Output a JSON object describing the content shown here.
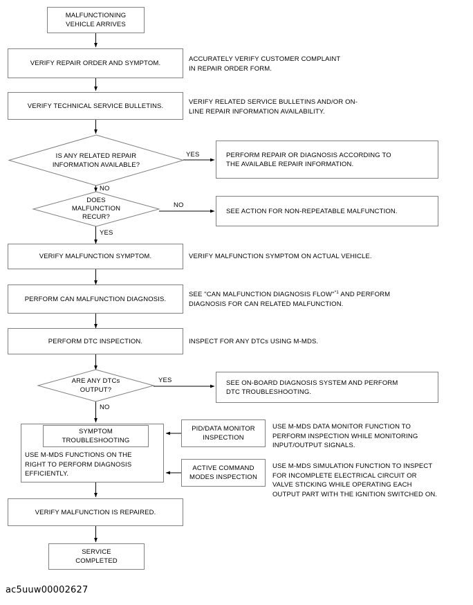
{
  "caption": "ac5uuw00002627",
  "colors": {
    "stroke": "#808080",
    "line": "#000000",
    "text": "#000000",
    "background": "#ffffff"
  },
  "nodes": {
    "start": "MALFUNCTIONING\nVEHICLE ARRIVES",
    "verify_repair_order": "VERIFY REPAIR ORDER AND SYMPTOM.",
    "verify_tsb": "VERIFY TECHNICAL SERVICE BULLETINS.",
    "decision_related_info": "IS ANY RELATED REPAIR\nINFORMATION AVAILABLE?",
    "decision_recur": "DOES\nMALFUNCTION\nRECUR?",
    "verify_symptom": "VERIFY MALFUNCTION SYMPTOM.",
    "perform_can": "PERFORM CAN MALFUNCTION DIAGNOSIS.",
    "perform_dtc": "PERFORM DTC INSPECTION.",
    "decision_dtc_output": "ARE ANY DTCs\nOUTPUT?",
    "symptom_troubleshooting_title": "SYMPTOM\nTROUBLESHOOTING",
    "symptom_troubleshooting_body": "USE M-MDS FUNCTIONS ON THE\nRIGHT TO PERFORM DIAGNOSIS\nEFFICIENTLY.",
    "verify_repaired": "VERIFY MALFUNCTION IS REPAIRED.",
    "service_completed": "SERVICE\nCOMPLETED",
    "pid_data_monitor": "PID/DATA MONITOR\nINSPECTION",
    "active_command_modes": "ACTIVE COMMAND\nMODES INSPECTION",
    "action_perform_repair": "PERFORM REPAIR OR DIAGNOSIS ACCORDING TO\nTHE AVAILABLE REPAIR INFORMATION.",
    "action_non_repeatable": "SEE ACTION FOR NON-REPEATABLE MALFUNCTION.",
    "action_onboard_diagnosis": "SEE ON-BOARD DIAGNOSIS SYSTEM AND PERFORM\nDTC TROUBLESHOOTING."
  },
  "annotations": {
    "verify_repair_order": "ACCURATELY VERIFY CUSTOMER COMPLAINT\nIN REPAIR ORDER FORM.",
    "verify_tsb": "VERIFY RELATED SERVICE BULLETINS AND/OR ON-\nLINE REPAIR INFORMATION AVAILABILITY.",
    "verify_symptom": "VERIFY MALFUNCTION SYMPTOM ON ACTUAL VEHICLE.",
    "perform_can_prefix": "SEE \"CAN MALFUNCTION DIAGNOSIS FLOW\"",
    "perform_can_superscript": "*1",
    "perform_can_suffix": " AND PERFORM\nDIAGNOSIS FOR CAN RELATED MALFUNCTION.",
    "perform_dtc": "INSPECT FOR ANY DTCs USING M-MDS.",
    "pid_data_monitor": "USE M-MDS DATA MONITOR FUNCTION TO\nPERFORM INSPECTION WHILE MONITORING\nINPUT/OUTPUT SIGNALS.",
    "active_command_modes": "USE M-MDS SIMULATION FUNCTION TO INSPECT\nFOR INCOMPLETE ELECTRICAL CIRCUIT OR\nVALVE STICKING WHILE OPERATING EACH\nOUTPUT PART WITH THE IGNITION SWITCHED ON."
  },
  "edge_labels": {
    "related_info_yes": "YES",
    "related_info_no": "NO",
    "recur_no": "NO",
    "recur_yes": "YES",
    "dtc_yes": "YES",
    "dtc_no": "NO"
  }
}
